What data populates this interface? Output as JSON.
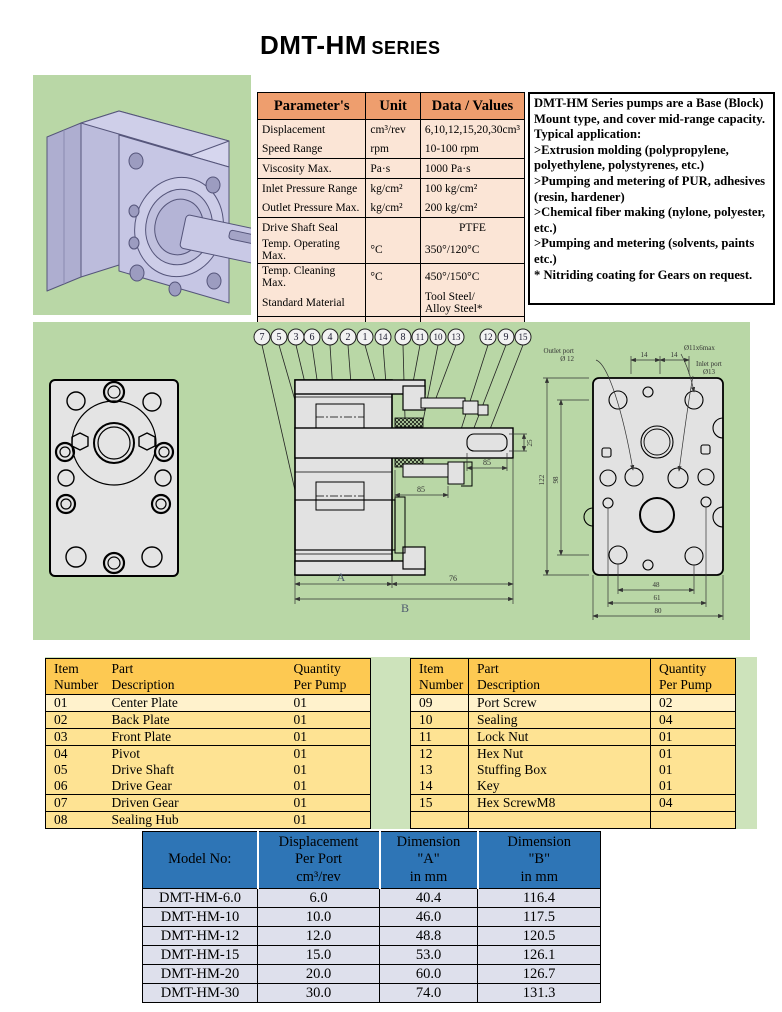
{
  "title": {
    "main": "DMT-HM",
    "suffix": "SERIES"
  },
  "colors": {
    "panel_green": "#b9d7a6",
    "band_green": "#cde3bb",
    "param_header_bg": "#ee9e6e",
    "param_body_bg": "#fbe5d6",
    "parts_header_bg": "#fdc952",
    "parts_body_bg": "#fee393",
    "model_header_bg": "#2e75b6",
    "model_body_bg": "#dee0ec"
  },
  "parameters_table": {
    "headers": [
      "Parameter's",
      "Unit",
      "Data / Values"
    ],
    "rows": [
      {
        "p": "Displacement",
        "u": "cm³/rev",
        "v": "6,10,12,15,20,30cm³"
      },
      {
        "p": "Speed Range",
        "u": "rpm",
        "v": "10-100 rpm"
      },
      {
        "p": "Viscosity Max.",
        "u": "Pa·s",
        "v": "1000 Pa·s"
      },
      {
        "p": "Inlet Pressure Range",
        "u": "kg/cm²",
        "v": "100 kg/cm²"
      },
      {
        "p": "Outlet Pressure Max.",
        "u": "kg/cm²",
        "v": "200 kg/cm²"
      },
      {
        "p": "Drive Shaft Seal",
        "u": "",
        "v": "PTFE"
      },
      {
        "p": "Temp. Operating Max.",
        "u": "°C",
        "v": "350°/120°C"
      },
      {
        "p": "Temp. Cleaning Max.",
        "u": "°C",
        "v": "450°/150°C"
      },
      {
        "p": "Standard Material",
        "u": "",
        "v": "Tool Steel/\nAlloy Steel*"
      }
    ]
  },
  "description": {
    "text": "DMT-HM Series pumps are a Base (Block) Mount type, and cover mid-range capacity.\nTypical application:\n>Extrusion molding (polypropylene, polyethylene, polystyrenes, etc.)\n>Pumping and metering of PUR, adhesives (resin, hardener)\n>Chemical fiber making (nylone, polyester, etc.)\n>Pumping and metering (solvents, paints etc.)\n* Nitriding coating for Gears on request."
  },
  "drawing": {
    "callouts": [
      "7",
      "5",
      "3",
      "6",
      "4",
      "2",
      "1",
      "14",
      "8",
      "11",
      "10",
      "13",
      "12",
      "9",
      "15"
    ],
    "section": {
      "dim_a": "A",
      "dim_b": "B",
      "dim76": "76",
      "dim85_seal": "85",
      "dim85_key": "85",
      "dim_key": "25"
    },
    "port_view": {
      "outlet_line1": "Outlet port",
      "outlet_line2": "Ø 12",
      "hole_spec": "Ø11x6max",
      "inlet_line1": "Inlet port",
      "inlet_line2": "Ø13",
      "dims": {
        "left14": "14",
        "right14": "14",
        "height98": "98",
        "height122": "122",
        "width48": "48",
        "width61": "61",
        "width80": "80"
      }
    }
  },
  "parts_tables": {
    "left": {
      "h1": "Item\nNumber",
      "h2": "Part\nDescription",
      "h3": "Quantity\nPer Pump",
      "rows": [
        {
          "n": "01",
          "d": "Center Plate",
          "q": "01"
        },
        {
          "n": "02",
          "d": "Back Plate",
          "q": "01"
        },
        {
          "n": "03",
          "d": "Front Plate",
          "q": "01"
        },
        {
          "n": "04",
          "d": "Pivot",
          "q": "01"
        },
        {
          "n": "05",
          "d": "Drive Shaft",
          "q": "01"
        },
        {
          "n": "06",
          "d": "Drive Gear",
          "q": "01"
        },
        {
          "n": "07",
          "d": "Driven Gear",
          "q": "01"
        },
        {
          "n": "08",
          "d": "Sealing Hub",
          "q": "01"
        }
      ]
    },
    "right": {
      "h1": "Item\nNumber",
      "h2": "Part\nDescription",
      "h3": "Quantity\nPer Pump",
      "rows": [
        {
          "n": "09",
          "d": "Port Screw",
          "q": "02"
        },
        {
          "n": "10",
          "d": "Sealing",
          "q": "04"
        },
        {
          "n": "11",
          "d": "Lock Nut",
          "q": "01"
        },
        {
          "n": "12",
          "d": "Hex Nut",
          "q": "01"
        },
        {
          "n": "13",
          "d": "Stuffing Box",
          "q": "01"
        },
        {
          "n": "14",
          "d": "Key",
          "q": "01"
        },
        {
          "n": "15",
          "d": "Hex ScrewM8",
          "q": "04"
        },
        {
          "n": "",
          "d": "",
          "q": ""
        }
      ]
    }
  },
  "model_table": {
    "headers": [
      "Model No:",
      "Displacement\nPer Port\ncm³/rev",
      "Dimension\n\"A\"\nin mm",
      "Dimension\n\"B\"\nin mm"
    ],
    "rows": [
      [
        "DMT-HM-6.0",
        "6.0",
        "40.4",
        "116.4"
      ],
      [
        "DMT-HM-10",
        "10.0",
        "46.0",
        "117.5"
      ],
      [
        "DMT-HM-12",
        "12.0",
        "48.8",
        "120.5"
      ],
      [
        "DMT-HM-15",
        "15.0",
        "53.0",
        "126.1"
      ],
      [
        "DMT-HM-20",
        "20.0",
        "60.0",
        "126.7"
      ],
      [
        "DMT-HM-30",
        "30.0",
        "74.0",
        "131.3"
      ]
    ]
  }
}
